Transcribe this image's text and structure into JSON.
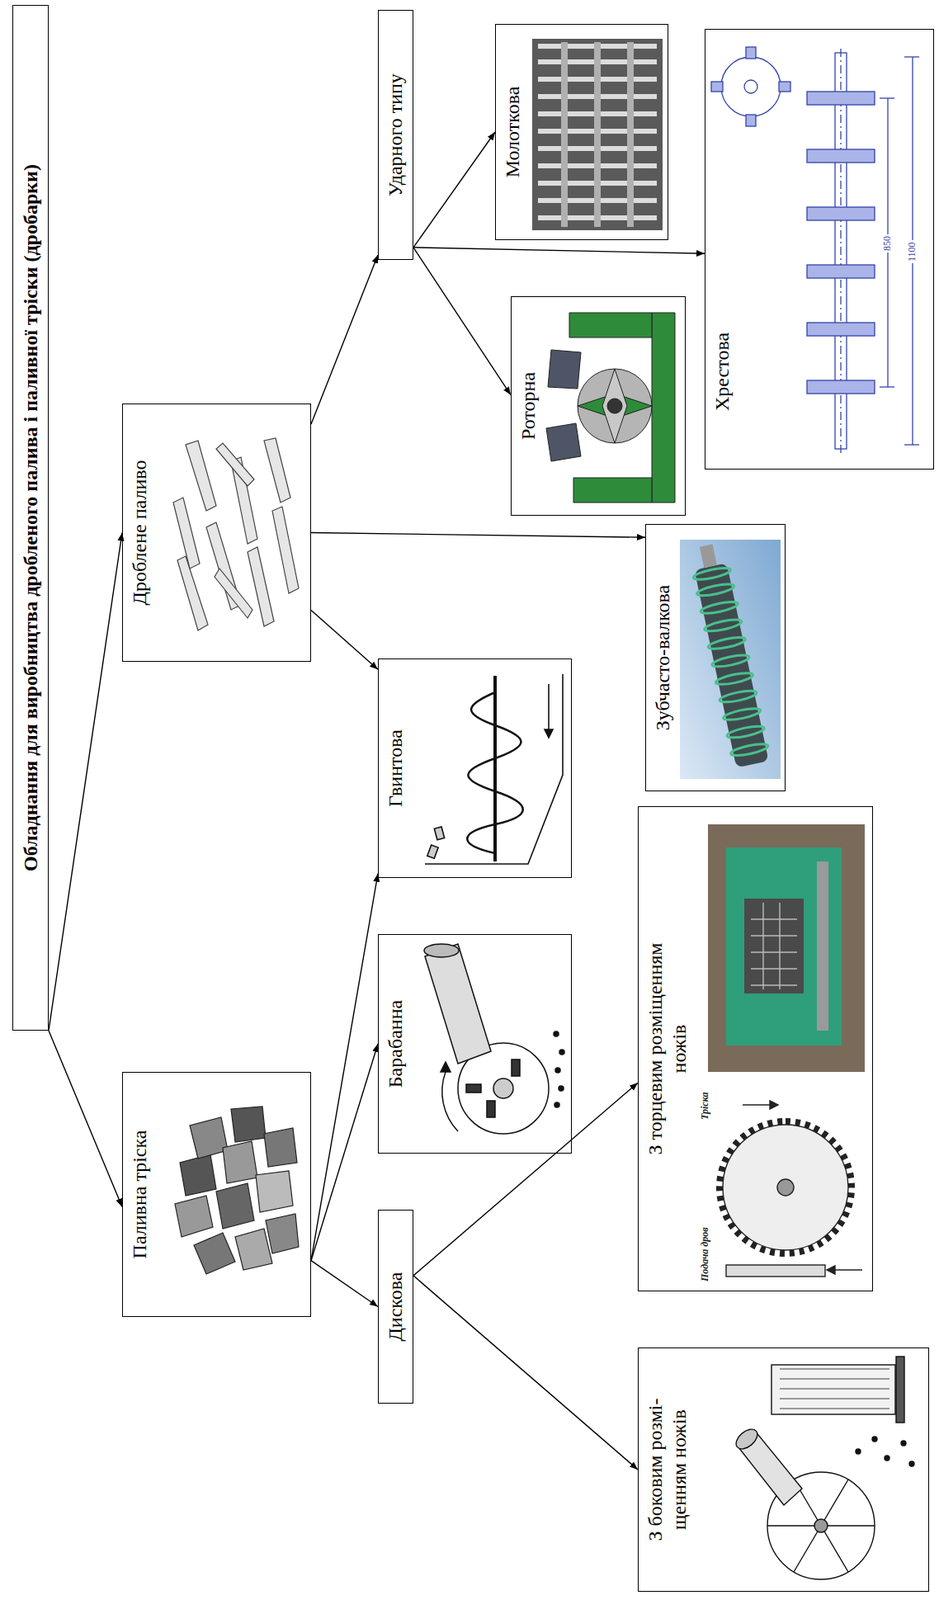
{
  "diagram": {
    "nodes": [
      {
        "text": [
          "Обладнання для виробництва дробленого палива і паливної тріски (дробарки)"
        ]
      },
      {
        "text": [
          "Паливна тріска"
        ]
      },
      {
        "text": [
          "Дроблене паливо"
        ]
      },
      {
        "text": [
          "Дискова"
        ]
      },
      {
        "text": [
          "Барабанна"
        ]
      },
      {
        "text": [
          "Гвинтова"
        ]
      },
      {
        "text": [
          "Зубчасто-валкова"
        ]
      },
      {
        "text": [
          "Ударного типу"
        ]
      },
      {
        "text": [
          "Роторна"
        ]
      },
      {
        "text": [
          "Молоткова"
        ]
      },
      {
        "text": [
          "Хрестова"
        ]
      },
      {
        "text": [
          "З боковим розмі- щенням ножів"
        ]
      },
      {
        "text": [
          "З торцевим розміщенням ножів"
        ]
      }
    ],
    "edges": [
      {
        "from": 0,
        "to": 1,
        "arrow": "to"
      },
      {
        "from": 0,
        "to": 2,
        "arrow": "to"
      },
      {
        "from": 1,
        "to": 3,
        "arrow": "to"
      },
      {
        "from": 1,
        "to": 4,
        "arrow": "to"
      },
      {
        "from": 1,
        "to": 5,
        "arrow": "to"
      },
      {
        "from": 2,
        "to": 5,
        "arrow": "to"
      },
      {
        "from": 2,
        "to": 6,
        "arrow": "to"
      },
      {
        "from": 2,
        "to": 7,
        "arrow": "to"
      },
      {
        "from": 7,
        "to": 8,
        "arrow": "to"
      },
      {
        "from": 7,
        "to": 9,
        "arrow": "to"
      },
      {
        "from": 7,
        "to": 10,
        "arrow": "to"
      },
      {
        "from": 3,
        "to": 11,
        "arrow": "to"
      },
      {
        "from": 3,
        "to": 12,
        "arrow": "to"
      }
    ],
    "labels": [
      "Подача дров",
      "Тріска",
      "850",
      "1100"
    ]
  }
}
